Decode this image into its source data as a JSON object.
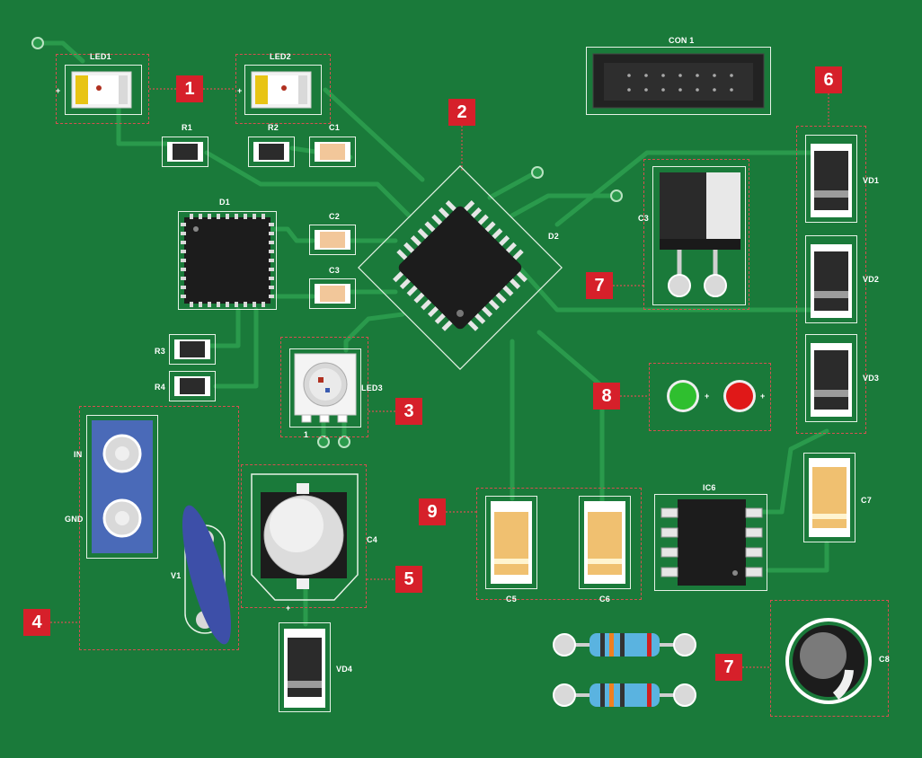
{
  "markers": [
    "1",
    "2",
    "3",
    "4",
    "5",
    "6",
    "7",
    "8",
    "9",
    "7"
  ],
  "labels": {
    "led1": "LED1",
    "led2": "LED2",
    "con1": "CON 1",
    "r1": "R1",
    "r2": "R2",
    "c1": "C1",
    "d1": "D1",
    "c2": "C2",
    "c3": "C3",
    "r3": "R3",
    "r4": "R4",
    "led3": "LED3",
    "d2": "D2",
    "c3b": "C3",
    "vd1": "VD1",
    "vd2": "VD2",
    "vd3": "VD3",
    "vd4": "VD4",
    "in": "IN",
    "gnd": "GND",
    "v1": "V1",
    "c4": "C4",
    "c5": "C5",
    "c6": "C6",
    "ic6": "IC6",
    "c7": "C7",
    "c8": "C8",
    "plus": "+",
    "one": "1"
  },
  "colors": {
    "board": "#1a7a3a",
    "trace": "#2a9a4c",
    "marker": "#d6202a",
    "led_green": "#2fbf2f",
    "led_red": "#e01818",
    "chip": "#1c1c1c"
  }
}
